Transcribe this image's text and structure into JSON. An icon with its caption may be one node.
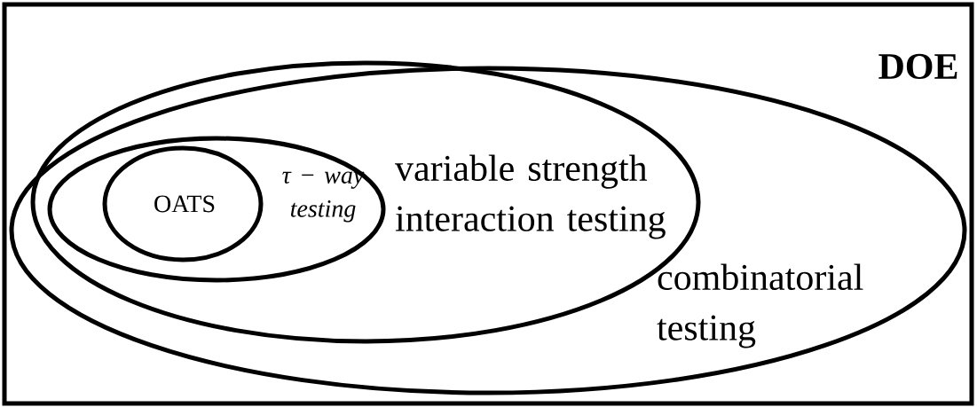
{
  "diagram": {
    "nodes": [
      {
        "text": [
          "DOE"
        ]
      },
      {
        "text": [
          "combinatorial testing"
        ],
        "in": 0
      },
      {
        "text": [
          "variable strength interaction testing"
        ],
        "in": 1
      },
      {
        "text": [
          "τ − way testing"
        ],
        "in": 2
      },
      {
        "text": [
          "OATS"
        ],
        "in": 3
      }
    ]
  }
}
